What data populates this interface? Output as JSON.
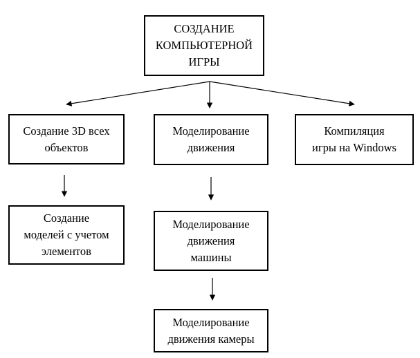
{
  "diagram": {
    "nodes": {
      "root": {
        "lines": [
          "СОЗДАНИЕ",
          "КОМПЬЮТЕРНОЙ",
          "ИГРЫ"
        ]
      },
      "models3d": {
        "lines": [
          "Создание 3D всех",
          "объектов"
        ]
      },
      "motion": {
        "lines": [
          "Моделирование",
          "движения"
        ]
      },
      "compile": {
        "lines": [
          "Компиляция",
          "игры на Windows"
        ]
      },
      "models": {
        "lines": [
          "Создание",
          "моделей с учетом",
          "элементов"
        ]
      },
      "carMotion": {
        "lines": [
          "Моделирование",
          "движения",
          "машины"
        ]
      },
      "cameraMotion": {
        "lines": [
          "Моделирование",
          "движения камеры"
        ]
      }
    },
    "edges": [
      {
        "from": "root",
        "to": "models3d"
      },
      {
        "from": "root",
        "to": "motion"
      },
      {
        "from": "root",
        "to": "compile"
      },
      {
        "from": "models3d",
        "to": "models"
      },
      {
        "from": "motion",
        "to": "carMotion"
      },
      {
        "from": "carMotion",
        "to": "cameraMotion"
      }
    ],
    "colors": {
      "stroke": "#000000",
      "background": "#ffffff"
    }
  }
}
